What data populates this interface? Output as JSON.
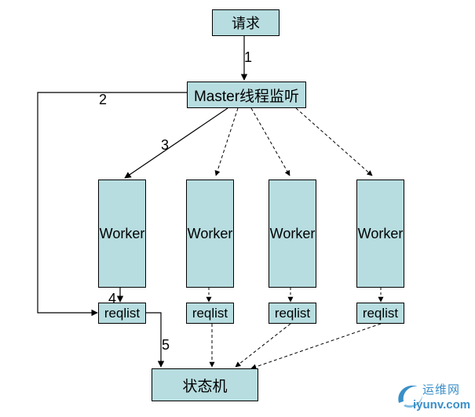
{
  "nodes": {
    "request": "请求",
    "master": "Master线程监听",
    "workers": [
      "Worker",
      "Worker",
      "Worker",
      "Worker"
    ],
    "reqlists": [
      "reqlist",
      "reqlist",
      "reqlist",
      "reqlist"
    ],
    "state_machine": "状态机"
  },
  "step_labels": [
    "1",
    "2",
    "3",
    "4",
    "5"
  ],
  "watermark": {
    "cn": "运维网",
    "url": "iyunv.com"
  },
  "colors": {
    "box_fill": "#b7dde0",
    "line": "#000000",
    "watermark": "#3a8fc8"
  }
}
